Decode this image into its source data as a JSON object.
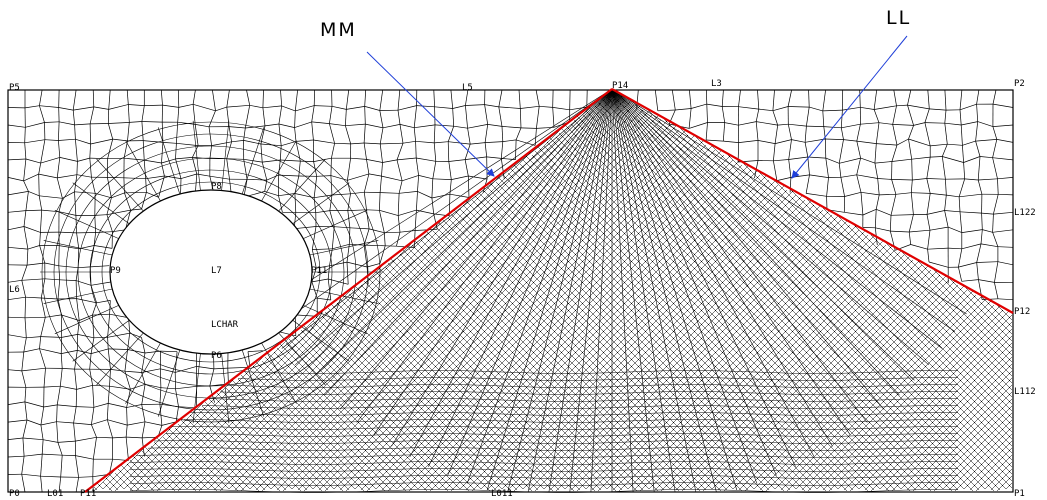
{
  "labels": {
    "mm": "MM",
    "ll": "LL",
    "p0": "P0",
    "p1": "P1",
    "p2": "P2",
    "p5": "P5",
    "p6": "P6",
    "p8": "P8",
    "p9": "P9",
    "p12": "P12",
    "p14": "P14",
    "pt1": "P11",
    "l3": "L3",
    "l5": "L5",
    "l6": "L6",
    "l7": "L7",
    "l01": "L01",
    "l011": "L011",
    "l112": "L112",
    "l122": "L122",
    "lchar": "LCHAR"
  },
  "colors": {
    "mesh": "#000000",
    "cut_lines": "#e00000",
    "arrows": "#1f3fd8",
    "background": "#ffffff"
  }
}
